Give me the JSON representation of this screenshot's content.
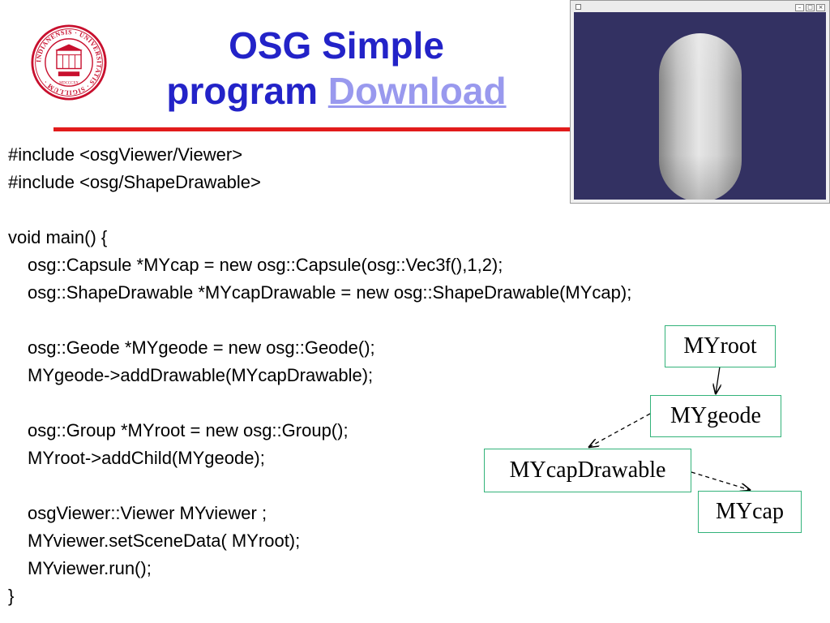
{
  "header": {
    "title_line1": "OSG Simple",
    "title_line2": "program",
    "download_link": "Download"
  },
  "window": {
    "controls": [
      "minimize-icon",
      "maximize-icon",
      "close-icon"
    ],
    "viewport_color": "#333162"
  },
  "code": {
    "lines": [
      "#include <osgViewer/Viewer>",
      "#include <osg/ShapeDrawable>",
      "",
      "void main() {",
      "osg::Capsule *MYcap = new osg::Capsule(osg::Vec3f(),1,2);",
      "osg::ShapeDrawable *MYcapDrawable = new osg::ShapeDrawable(MYcap);",
      "",
      "osg::Geode *MYgeode = new osg::Geode();",
      "MYgeode->addDrawable(MYcapDrawable);",
      "",
      "osg::Group *MYroot = new osg::Group();",
      "MYroot->addChild(MYgeode);",
      "",
      "osgViewer::Viewer MYviewer ;",
      "MYviewer.setSceneData( MYroot);",
      "MYviewer.run();",
      "}"
    ]
  },
  "scene_graph": {
    "root": "MYroot",
    "geode": "MYgeode",
    "drawable": "MYcapDrawable",
    "shape": "MYcap"
  },
  "colors": {
    "title": "#2323c8",
    "link": "#9999ee",
    "rule": "#e21b1b",
    "node_border": "#33b37a"
  }
}
